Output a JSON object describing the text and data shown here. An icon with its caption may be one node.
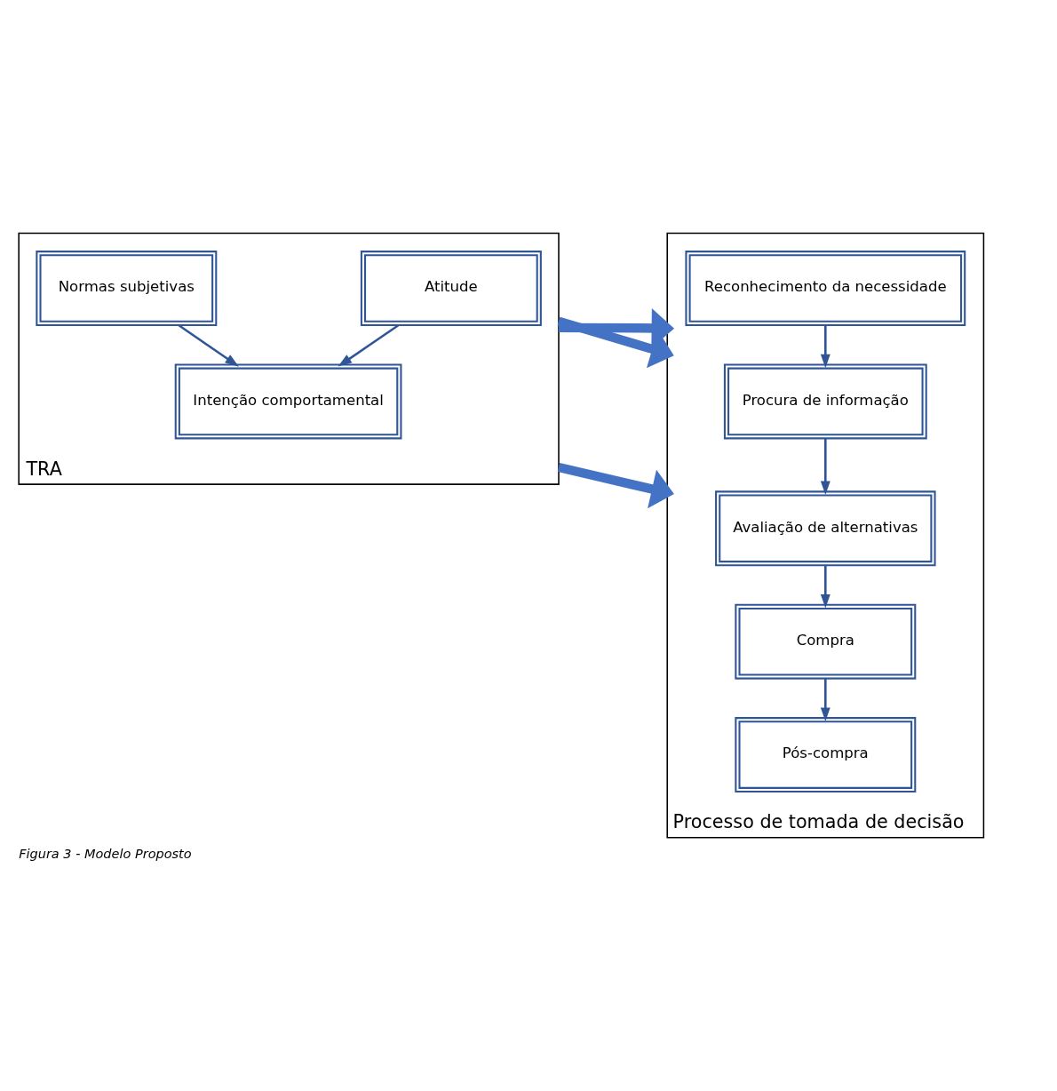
{
  "diagram": {
    "caption": "Figura 3 - Modelo Proposto",
    "nodes": [
      {
        "text": [
          "TRA"
        ]
      },
      {
        "text": [
          "Atitude"
        ],
        "in": 0
      },
      {
        "text": [
          "Intenção comportamental"
        ],
        "in": 0
      },
      {
        "text": [
          "Normas subjetivas"
        ],
        "in": 0
      },
      {
        "text": [
          "Processo de tomada de decisão"
        ]
      },
      {
        "text": [
          "Reconhecimento da necessidade"
        ],
        "in": 4
      },
      {
        "text": [
          "Procura de informação"
        ],
        "in": 4
      },
      {
        "text": [
          "Avaliação de alternativas"
        ],
        "in": 4
      },
      {
        "text": [
          "Compra"
        ],
        "in": 4
      },
      {
        "text": [
          "Pós-compra"
        ],
        "in": 4
      }
    ],
    "edges": [
      {
        "from": 1,
        "to": 2,
        "arrow": "to"
      },
      {
        "from": 3,
        "to": 2,
        "arrow": "to"
      },
      {
        "from": 0,
        "to": 4,
        "arrow": "to",
        "style": "thick",
        "color": "#4472c4"
      },
      {
        "from": 0,
        "to": 4,
        "arrow": "to",
        "style": "thick",
        "color": "#4472c4"
      },
      {
        "from": 0,
        "to": 4,
        "arrow": "to",
        "style": "thick",
        "color": "#4472c4"
      },
      {
        "from": 5,
        "to": 6,
        "arrow": "to"
      },
      {
        "from": 6,
        "to": 7,
        "arrow": "to"
      },
      {
        "from": 7,
        "to": 8,
        "arrow": "to"
      },
      {
        "from": 8,
        "to": 9,
        "arrow": "to"
      }
    ]
  }
}
